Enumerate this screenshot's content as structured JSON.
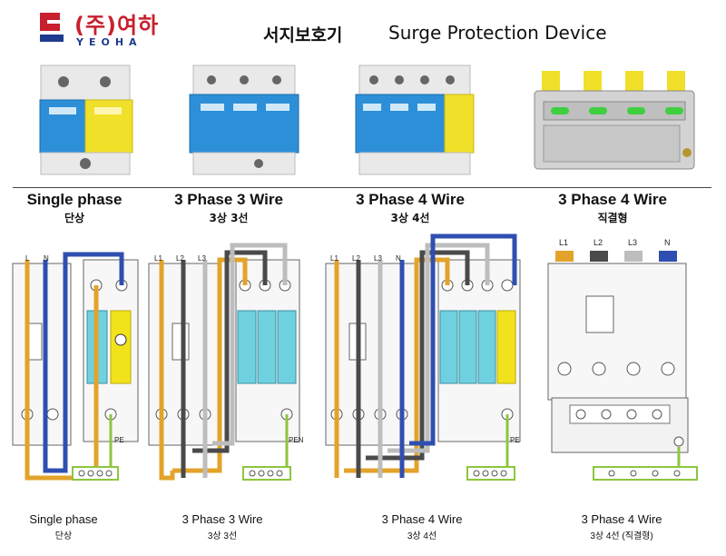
{
  "brand": {
    "name": "(주)여하",
    "sub": "YEOHA"
  },
  "title": {
    "korean": "서지보호기",
    "english": "Surge Protection Device"
  },
  "columns": [
    {
      "header_en": "Single phase",
      "header_ko": "단상",
      "caption_en": "Single phase",
      "caption_ko": "단상"
    },
    {
      "header_en": "3 Phase 3 Wire",
      "header_ko": "3상 3선",
      "caption_en": "3 Phase 3 Wire",
      "caption_ko": "3상 3선"
    },
    {
      "header_en": "3 Phase 4 Wire",
      "header_ko": "3상 4선",
      "caption_en": "3 Phase 4 Wire",
      "caption_ko": "3상 4선"
    },
    {
      "header_en": "3 Phase 4 Wire",
      "header_ko": "직결형",
      "caption_en": "3 Phase 4 Wire",
      "caption_ko": "3상 4선 (직결형)"
    }
  ],
  "terminal_labels": {
    "single": [
      "L",
      "N"
    ],
    "three_wire": [
      "L1",
      "L2",
      "L3"
    ],
    "four_wire": [
      "L1",
      "L2",
      "L3",
      "N"
    ],
    "direct": [
      "L1",
      "L2",
      "L3",
      "N"
    ],
    "pe": "PE",
    "pen": "PEN"
  },
  "colors": {
    "l1": "#e3a32a",
    "l2": "#4a4a4a",
    "l3": "#bdbdbd",
    "neutral": "#2f4fb0",
    "pe": "#8dc63f",
    "spd_blue": "#3aa0d8",
    "spd_yellow": "#f2e21b",
    "module_cyan": "#6fd0e0",
    "brand_red": "#c8202e",
    "brand_blue": "#1f3b8f"
  }
}
